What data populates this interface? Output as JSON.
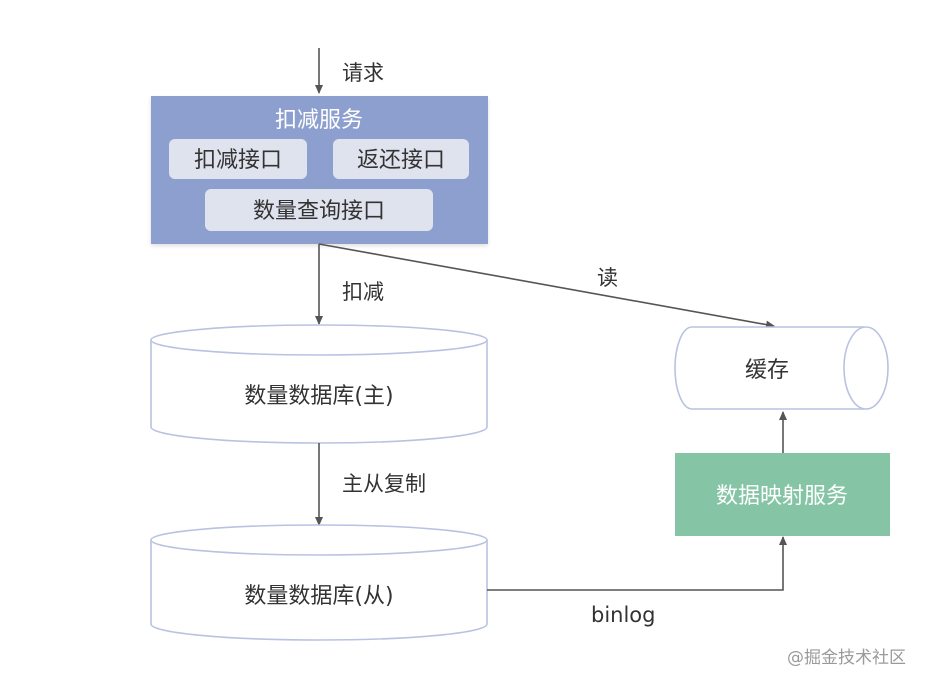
{
  "labels": {
    "request": "请求",
    "deduct_edge": "扣减",
    "read_edge": "读",
    "replication_edge": "主从复制",
    "binlog_edge": "binlog"
  },
  "deduct_service": {
    "title": "扣减服务",
    "interfaces": {
      "deduct": "扣减接口",
      "return": "返还接口",
      "query": "数量查询接口"
    }
  },
  "databases": {
    "master": "数量数据库(主)",
    "slave": "数量数据库(从)"
  },
  "cache": {
    "label": "缓存"
  },
  "mapping_service": {
    "label": "数据映射服务"
  },
  "watermark": "@掘金技术社区",
  "colors": {
    "service_fill": "#8d9fce",
    "pill_fill": "#dfe3ee",
    "green_fill": "#86c4a6",
    "db_stroke": "#b9c2e2",
    "arrow": "#555555"
  }
}
